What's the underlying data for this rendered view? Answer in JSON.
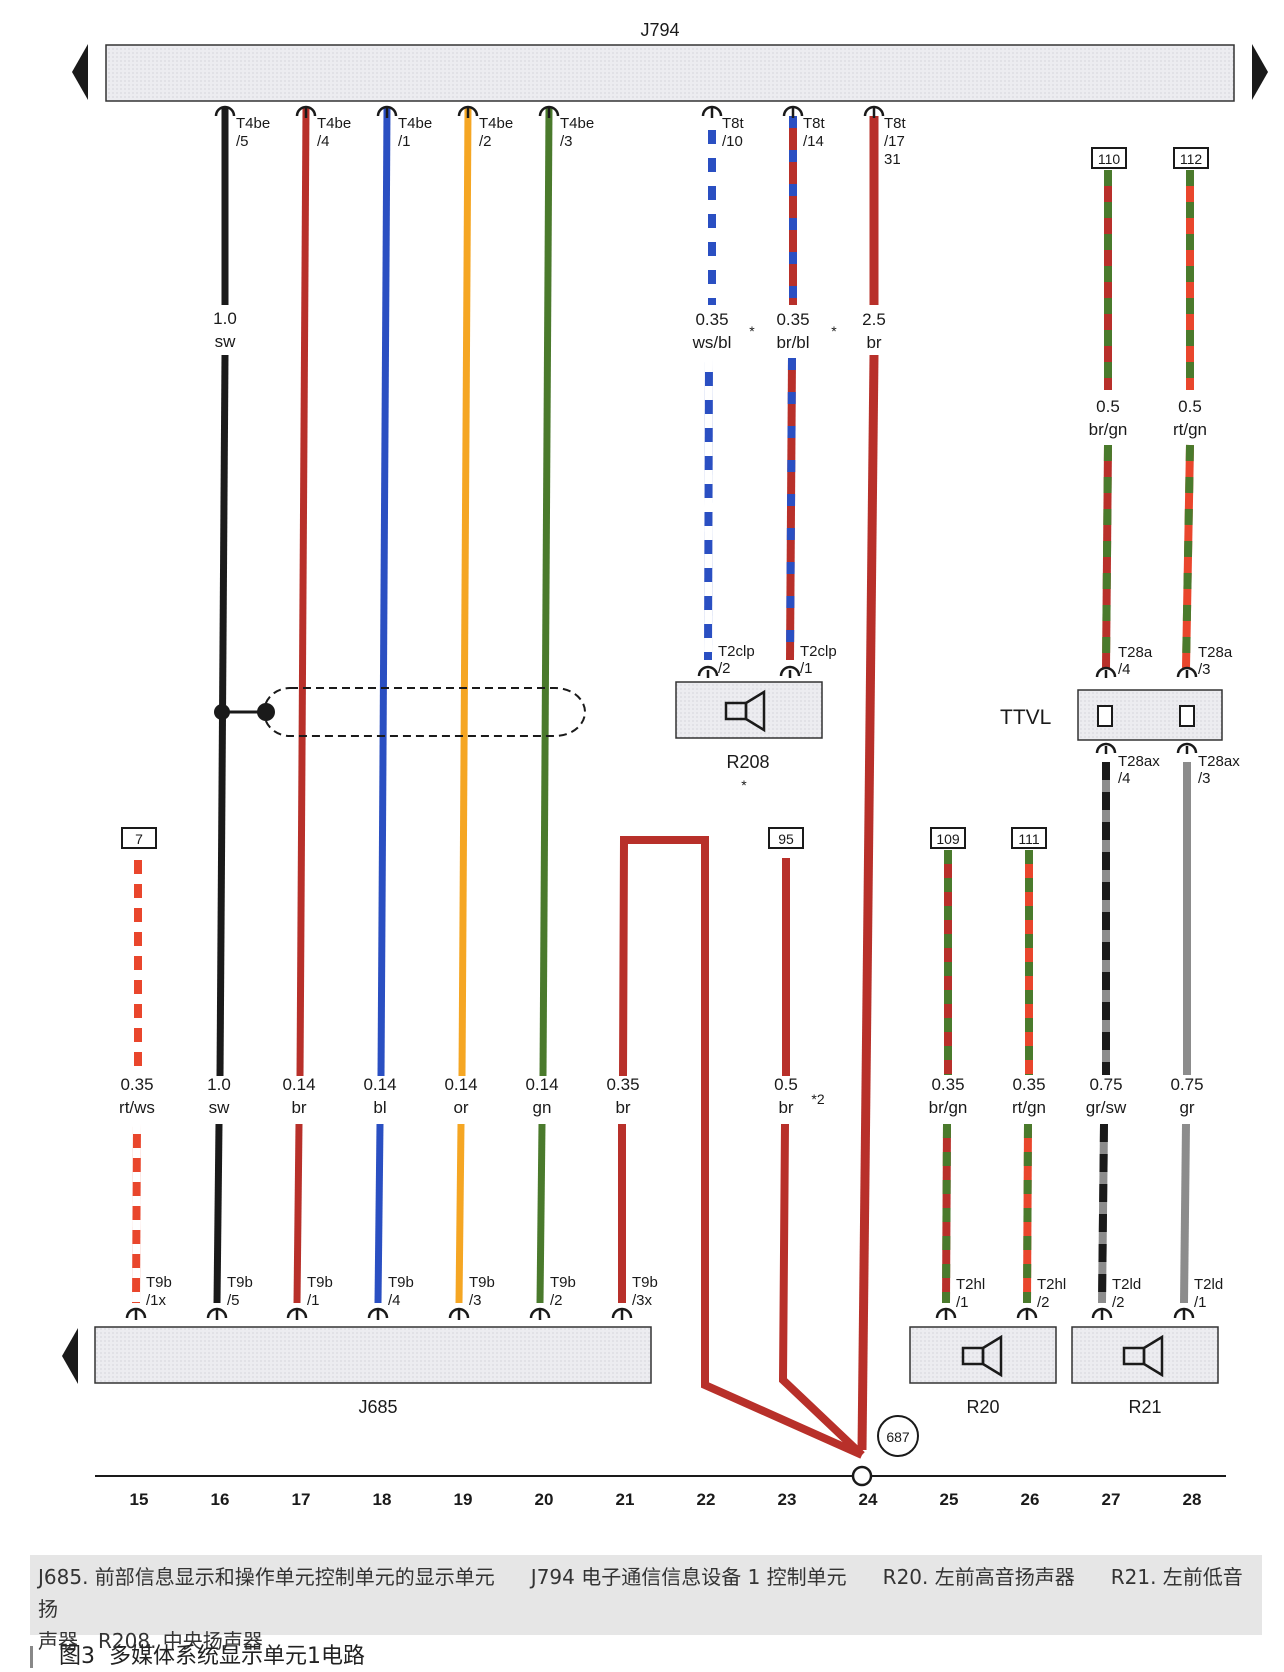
{
  "units": {
    "j794": "J794",
    "j685": "J685",
    "r208": "R208",
    "r20": "R20",
    "r21": "R21",
    "ttvl": "TTVL",
    "ground": "687",
    "r208_mark": "*"
  },
  "top_wires": [
    {
      "id": "t16",
      "conn": "T4be",
      "pin": "/5",
      "size": "1.0",
      "color": "sw"
    },
    {
      "id": "t17",
      "conn": "T4be",
      "pin": "/4",
      "size": "",
      "color": ""
    },
    {
      "id": "t18",
      "conn": "T4be",
      "pin": "/1",
      "size": "",
      "color": ""
    },
    {
      "id": "t19",
      "conn": "T4be",
      "pin": "/2",
      "size": "",
      "color": ""
    },
    {
      "id": "t20",
      "conn": "T4be",
      "pin": "/3",
      "size": "",
      "color": ""
    },
    {
      "id": "t22",
      "conn": "T8t",
      "pin": "/10",
      "size": "0.35",
      "color": "ws/bl"
    },
    {
      "id": "t23",
      "conn": "T8t",
      "pin": "/14",
      "size": "0.35",
      "color": "br/bl"
    },
    {
      "id": "t24",
      "conn": "T8t",
      "pin": "/17",
      "extra": "31",
      "size": "2.5",
      "color": "br"
    }
  ],
  "r208_pins": [
    {
      "conn": "T2clp",
      "pin": "/2"
    },
    {
      "conn": "T2clp",
      "pin": "/1"
    }
  ],
  "ttvl_wires": [
    {
      "ref": "110",
      "size": "0.5",
      "color": "br/gn",
      "in_conn": "T28a",
      "in_pin": "/4",
      "out_conn": "T28ax",
      "out_pin": "/4"
    },
    {
      "ref": "112",
      "size": "0.5",
      "color": "rt/gn",
      "in_conn": "T28a",
      "in_pin": "/3",
      "out_conn": "T28ax",
      "out_pin": "/3"
    }
  ],
  "refs": {
    "r15": "7",
    "r23": "95",
    "r25": "109",
    "r26": "111"
  },
  "bottom_wires": [
    {
      "size": "0.35",
      "color": "rt/ws",
      "conn": "T9b",
      "pin": "/1x"
    },
    {
      "size": "1.0",
      "color": "sw",
      "conn": "T9b",
      "pin": "/5"
    },
    {
      "size": "0.14",
      "color": "br",
      "conn": "T9b",
      "pin": "/1"
    },
    {
      "size": "0.14",
      "color": "bl",
      "conn": "T9b",
      "pin": "/4"
    },
    {
      "size": "0.14",
      "color": "or",
      "conn": "T9b",
      "pin": "/3"
    },
    {
      "size": "0.14",
      "color": "gn",
      "conn": "T9b",
      "pin": "/2"
    },
    {
      "size": "0.35",
      "color": "br",
      "conn": "T9b",
      "pin": "/3x"
    },
    {
      "size": "0.5",
      "color": "br",
      "note": "*2"
    },
    {
      "size": "0.35",
      "color": "br/gn",
      "conn": "T2hl",
      "pin": "/1"
    },
    {
      "size": "0.35",
      "color": "rt/gn",
      "conn": "T2hl",
      "pin": "/2"
    },
    {
      "size": "0.75",
      "color": "gr/sw",
      "conn": "T2ld",
      "pin": "/2"
    },
    {
      "size": "0.75",
      "color": "gr",
      "conn": "T2ld",
      "pin": "/1"
    }
  ],
  "stars": [
    "*",
    "*"
  ],
  "columns": [
    "15",
    "16",
    "17",
    "18",
    "19",
    "20",
    "21",
    "22",
    "23",
    "24",
    "25",
    "26",
    "27",
    "28"
  ],
  "legend": {
    "l1": "J685. 前部信息显示和操作单元控制单元的显示单元",
    "l2": "J794 电子通信信息设备 1 控制单元",
    "l3": "R20. 左前高音扬声器",
    "l4": "R21. 左前低音扬",
    "l5": "声器",
    "l6": "R208. 中央扬声器"
  },
  "figure": {
    "num": "图3",
    "title": "多媒体系统显示单元1电路"
  },
  "wire_colors": {
    "sw": "#1a1a1a",
    "br": "#b8302a",
    "bl": "#2a4fc2",
    "or": "#f5a623",
    "gn": "#4a7a2c",
    "ws": "#ffffff",
    "rt": "#e9462c",
    "gr": "#8c8c8c",
    "bar": "#e6e6e6"
  }
}
